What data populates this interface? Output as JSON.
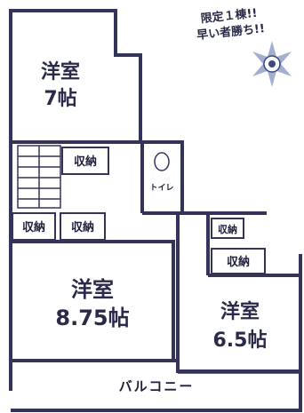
{
  "rooms": {
    "western_7": {
      "name": "洋室",
      "size": "7帖"
    },
    "western_875": {
      "name": "洋室",
      "size": "8.75帖"
    },
    "western_65": {
      "name": "洋室",
      "size": "6.5帖"
    }
  },
  "closets": {
    "upper": "収納",
    "left_a": "収納",
    "left_b": "収納",
    "right_a": "収納",
    "right_b": "収納"
  },
  "toilet_label": "トイレ",
  "balcony_label": "バルコニー",
  "promo": {
    "line1": "限定１棟!!",
    "line2": "早い者勝ち!!"
  },
  "colors": {
    "wall": "#34345a",
    "text": "#2a2a4a",
    "badge": "#3a4a7a"
  }
}
